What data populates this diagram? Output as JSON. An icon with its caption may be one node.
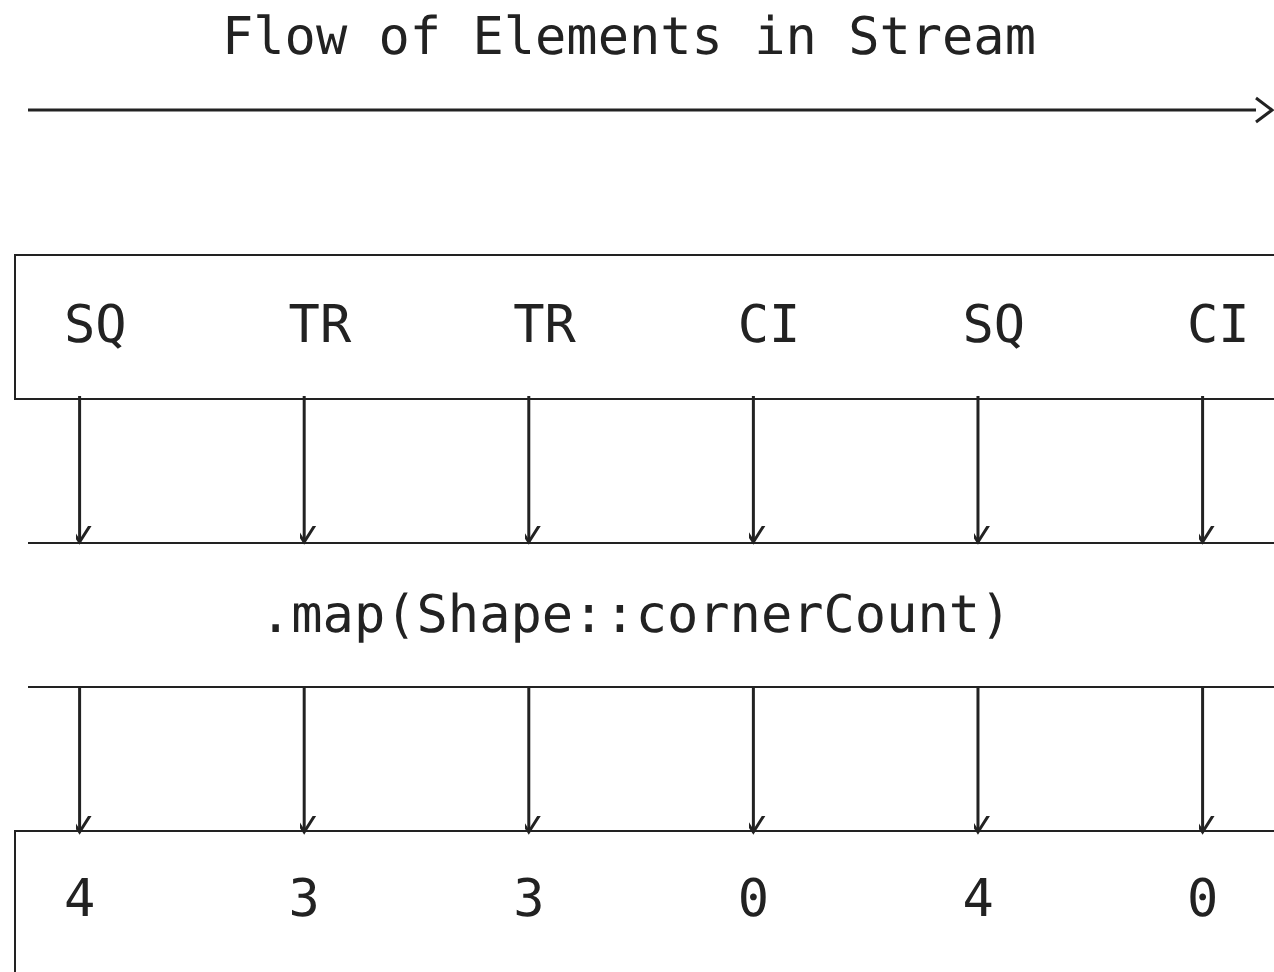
{
  "diagram": {
    "title": "Flow of Elements in Stream",
    "nodes": [
      {
        "text": [],
        "shape": "box"
      },
      {
        "text": [
          "SQ"
        ],
        "in": 0
      },
      {
        "text": [
          "TR"
        ],
        "in": 0
      },
      {
        "text": [
          "TR"
        ],
        "in": 0
      },
      {
        "text": [
          "CI"
        ],
        "in": 0
      },
      {
        "text": [
          "SQ"
        ],
        "in": 0
      },
      {
        "text": [
          "CI"
        ],
        "in": 0
      },
      {
        "text": [
          ".map(Shape::cornerCount)"
        ]
      },
      {
        "text": [],
        "shape": "box"
      },
      {
        "text": [
          "4"
        ],
        "in": 8
      },
      {
        "text": [
          "3"
        ],
        "in": 8
      },
      {
        "text": [
          "3"
        ],
        "in": 8
      },
      {
        "text": [
          "0"
        ],
        "in": 8
      },
      {
        "text": [
          "4"
        ],
        "in": 8
      },
      {
        "text": [
          "0"
        ],
        "in": 8
      }
    ],
    "edges": [
      {
        "from": 1,
        "to": 7,
        "arrow": "to"
      },
      {
        "from": 2,
        "to": 7,
        "arrow": "to"
      },
      {
        "from": 3,
        "to": 7,
        "arrow": "to"
      },
      {
        "from": 4,
        "to": 7,
        "arrow": "to"
      },
      {
        "from": 5,
        "to": 7,
        "arrow": "to"
      },
      {
        "from": 6,
        "to": 7,
        "arrow": "to"
      },
      {
        "from": 7,
        "to": 9,
        "arrow": "to"
      },
      {
        "from": 7,
        "to": 10,
        "arrow": "to"
      },
      {
        "from": 7,
        "to": 11,
        "arrow": "to"
      },
      {
        "from": 7,
        "to": 12,
        "arrow": "to"
      },
      {
        "from": 7,
        "to": 13,
        "arrow": "to"
      },
      {
        "from": 7,
        "to": 14,
        "arrow": "to"
      }
    ]
  }
}
